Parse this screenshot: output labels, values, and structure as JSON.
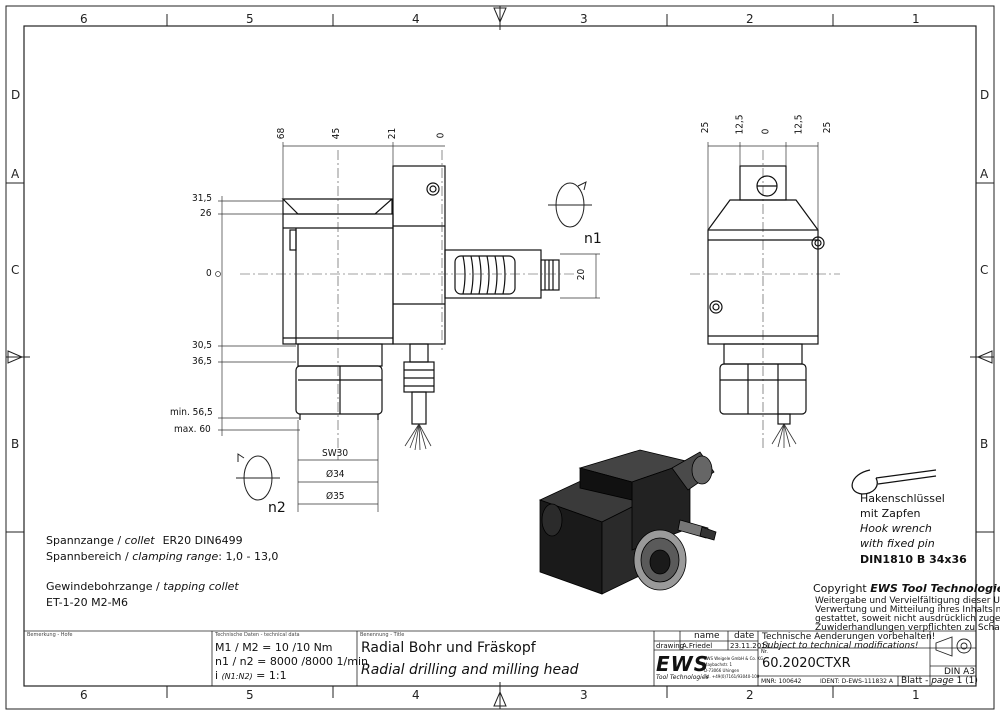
{
  "zones": {
    "columns": [
      "6",
      "5",
      "4",
      "3",
      "2",
      "1"
    ],
    "rows_left": [
      "D",
      "C",
      "B",
      "A"
    ],
    "rows_right": [
      "D",
      "C",
      "B",
      "A"
    ]
  },
  "dims": {
    "front_top": [
      "68",
      "45",
      "21",
      "0"
    ],
    "front_left": [
      "31,5",
      "26",
      "0",
      "30,5",
      "36,5",
      "min. 56,5",
      "max. 60"
    ],
    "front_right": "20",
    "front_bottom": [
      "SW30",
      "Ø34",
      "Ø35"
    ],
    "side_top": [
      "25",
      "12,5",
      "0",
      "12,5",
      "25"
    ],
    "rotation_1": "n1",
    "rotation_2": "n2"
  },
  "collet_info": {
    "line1_a": "Spannzange / ",
    "line1_b": "collet",
    "line1_c": "ER20  DIN6499",
    "line2_a": "Spannbereich / ",
    "line2_b": "clamping range",
    "line2_c": ": 1,0 - 13,0",
    "line3_a": "Gewindebohrzange / ",
    "line3_b": "tapping collet",
    "line4": "ET-1-20  M2-M6"
  },
  "wrench": {
    "line1": "Hakenschlüssel",
    "line2": "mit Zapfen",
    "line3": "Hook wrench",
    "line4": "with fixed pin",
    "line5": "DIN1810 B 34x36"
  },
  "copyright": {
    "prefix": "Copyright ",
    "brand": "EWS Tool Technologies",
    "line1": "Weitergabe und Vervielfältigung dieser Unterlage,",
    "line2": "Verwertung und Mitteilung ihres Inhalts nicht",
    "line3": "gestattet, soweit nicht ausdrücklich zugestanden.",
    "line4": "Zuwiderhandlungen verpflichten zu Schadenersatz."
  },
  "title_block": {
    "remarks_label": "Bemerkung - Hofe",
    "tech_label": "Technische Daten - technical data",
    "tech_line1": "M1 / M2 = 10  /10  Nm",
    "tech_line2": "n1 / n2 = 8000 /8000  1/min",
    "tech_line3_a": "i",
    "tech_line3_b": "(N1:N2)",
    "tech_line3_c": "= 1:1",
    "name_label": "Benennung - Title",
    "title_de": "Radial Bohr und Fräskopf",
    "title_en": "Radial drilling and milling head",
    "col_name": "name",
    "col_date": "date",
    "row_label": "drawing",
    "drawn_by": "A.Friedel",
    "drawn_date": "23.11.2011",
    "logo": "EWS",
    "logo_sub": "Tool Technologies",
    "company_1": "EWS Weigele GmbH & Co. KG",
    "company_2": "Maybachstr. 1",
    "company_3": "D-73066 Uhingen",
    "company_4": "Tel. +49(0)7161/93040-100",
    "change_1": "Technische Aenderungen vorbehalten!",
    "change_2": "Subject to technical modifications!",
    "nr_label": "Nr.",
    "part_number": "60.2020CTXR",
    "mnr": "MNR: 100642",
    "ident": "IDENT: D-EWS-111832 A",
    "sheet_a": "Blatt - ",
    "sheet_b": "page",
    "sheet_c": " 1 (1)",
    "format": "DIN A3"
  }
}
